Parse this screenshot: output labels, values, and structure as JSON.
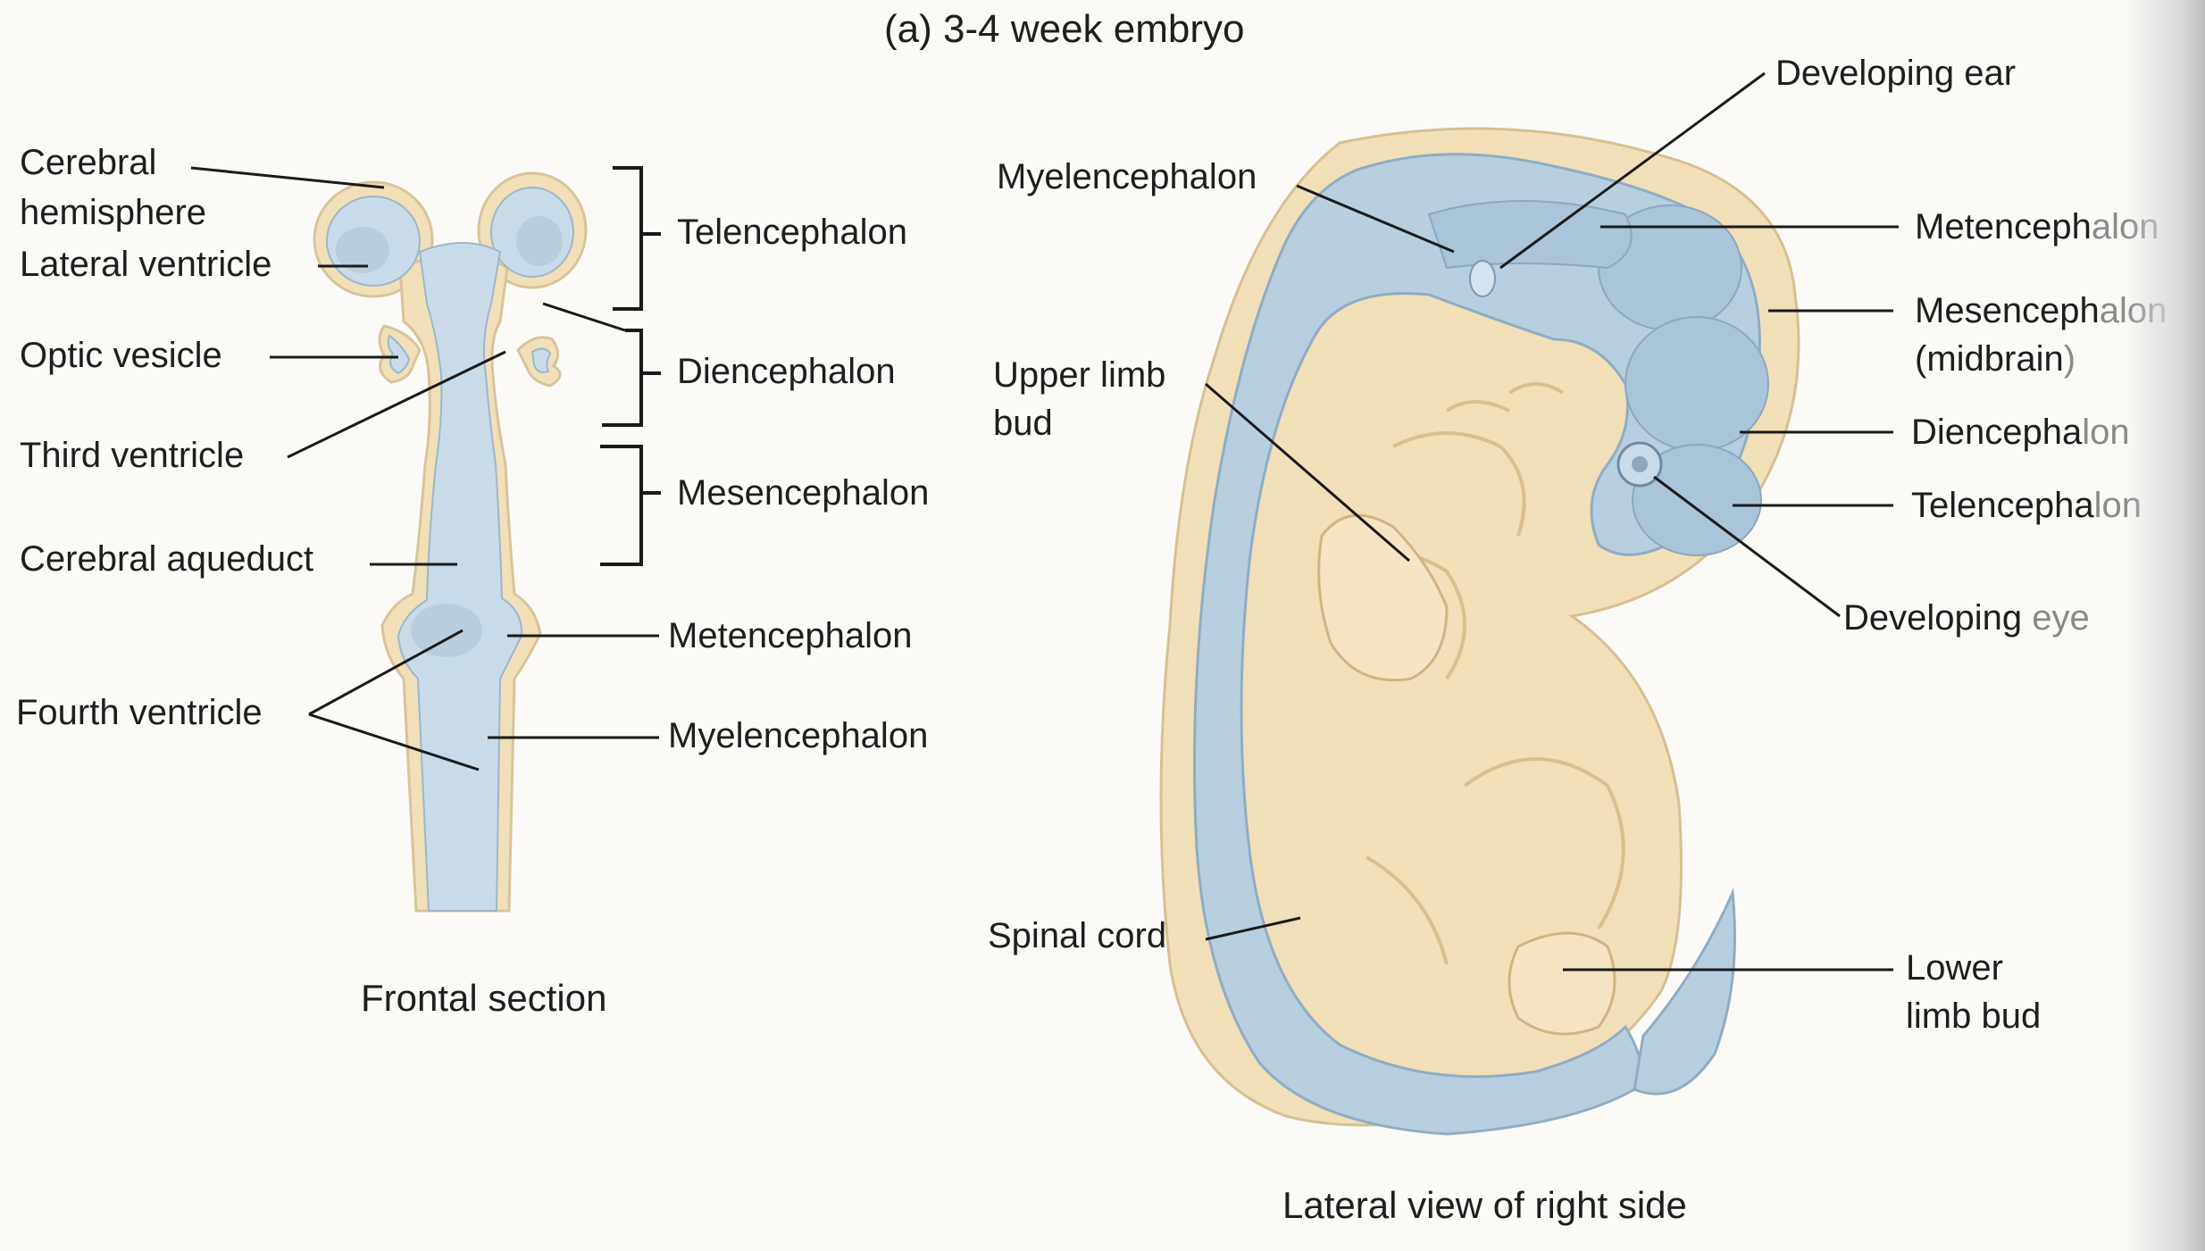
{
  "title": "(a) 3-4 week embryo",
  "colors": {
    "neural_tube_blue": "#c9dbe8",
    "neural_tube_dark": "#a9c3d6",
    "tissue_beige": "#f1dfb8",
    "line": "#1a1a1a"
  },
  "frontal_section": {
    "caption": "Frontal section",
    "labels": {
      "cerebral_hemisphere_1": "Cerebral",
      "cerebral_hemisphere_2": "hemisphere",
      "lateral_ventricle": "Lateral ventricle",
      "optic_vesicle": "Optic vesicle",
      "third_ventricle": "Third ventricle",
      "cerebral_aqueduct": "Cerebral aqueduct",
      "fourth_ventricle": "Fourth ventricle",
      "telencephalon": "Telencephalon",
      "diencephalon": "Diencephalon",
      "mesencephalon": "Mesencephalon",
      "metencephalon": "Metencephalon",
      "myelencephalon": "Myelencephalon"
    }
  },
  "lateral_view": {
    "caption": "Lateral view of right side",
    "labels": {
      "developing_ear": "Developing ear",
      "myelencephalon": "Myelencephalon",
      "metencephalon_a": "Metenceph",
      "metencephalon_b": "alon",
      "mesencephalon_a": "Mesenceph",
      "mesencephalon_b": "alon",
      "midbrain_a": "(midbrain",
      "midbrain_b": ")",
      "diencephalon_a": "Diencepha",
      "diencephalon_b": "lon",
      "telencephalon_a": "Telencepha",
      "telencephalon_b": "lon",
      "developing_eye_a": "Developing ",
      "developing_eye_b": "eye",
      "upper_limb_bud_1": "Upper limb",
      "upper_limb_bud_2": "bud",
      "spinal_cord": "Spinal cord",
      "lower_limb_bud_1": "Lower",
      "lower_limb_bud_2": "limb bud"
    }
  }
}
